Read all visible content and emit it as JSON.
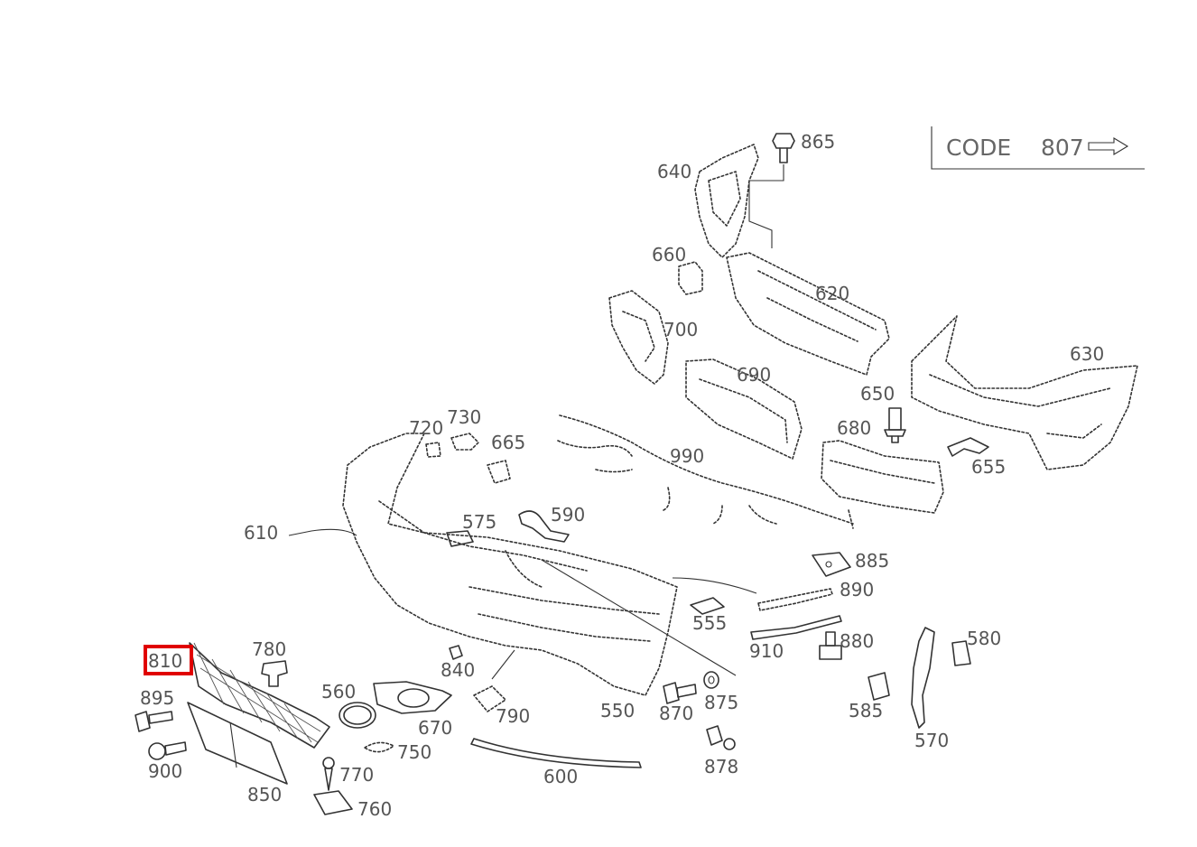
{
  "code_box": {
    "label": "CODE",
    "value": "807"
  },
  "highlighted_callout": "810",
  "callouts": {
    "865": "865",
    "640": "640",
    "660": "660",
    "620": "620",
    "700": "700",
    "690": "690",
    "650": "650",
    "630": "630",
    "680": "680",
    "655": "655",
    "720": "720",
    "730": "730",
    "665": "665",
    "990": "990",
    "610": "610",
    "575": "575",
    "590": "590",
    "885": "885",
    "890": "890",
    "555": "555",
    "910": "910",
    "880": "880",
    "580": "580",
    "780": "780",
    "810": "810",
    "840": "840",
    "895": "895",
    "560": "560",
    "670": "670",
    "790": "790",
    "550": "550",
    "870": "870",
    "875": "875",
    "585": "585",
    "570": "570",
    "750": "750",
    "900": "900",
    "770": "770",
    "600": "600",
    "878": "878",
    "850": "850",
    "760": "760"
  }
}
